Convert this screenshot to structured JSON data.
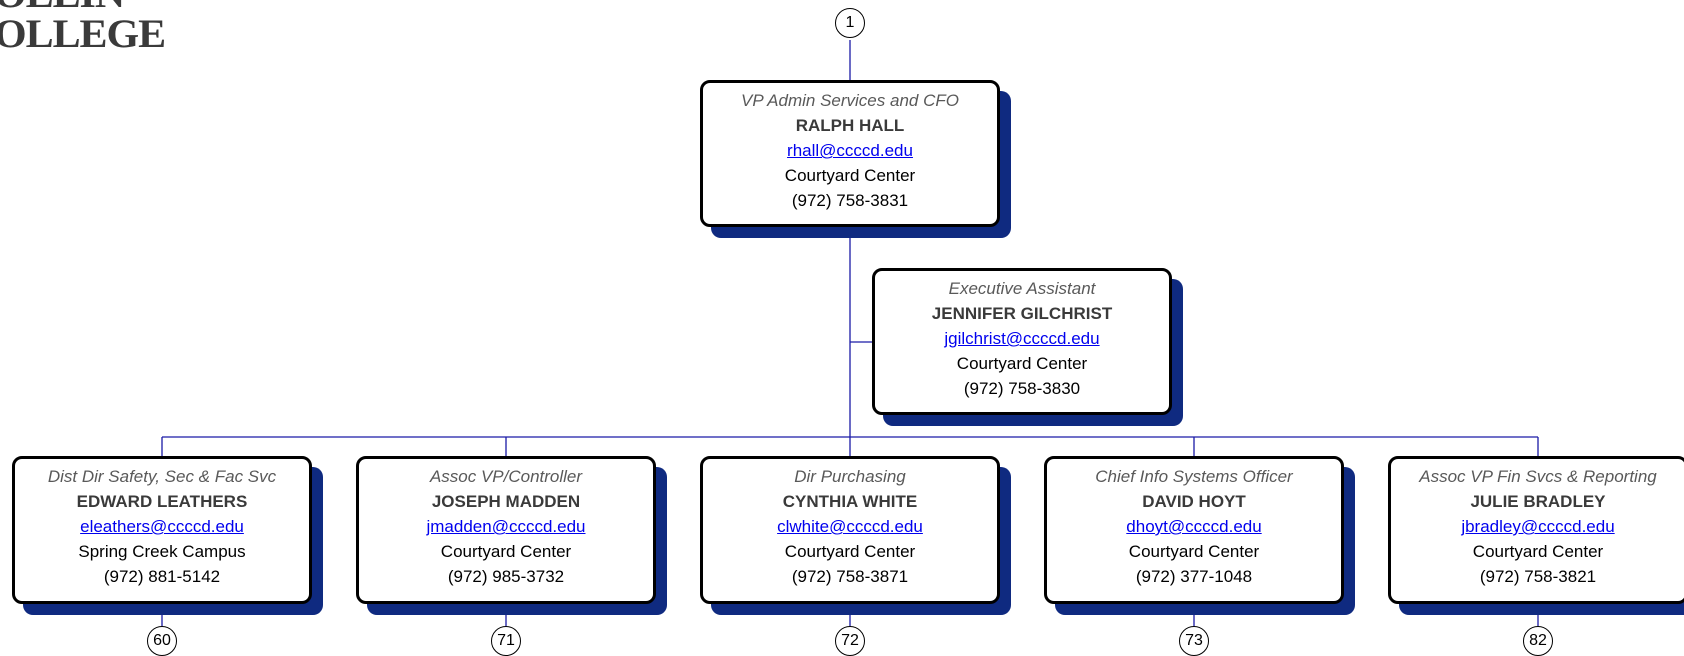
{
  "logo": {
    "line1": "OLLIN",
    "line2": "OLLEGE"
  },
  "colors": {
    "connector": "#1a1aa6",
    "shadow": "#0f2a80",
    "email": "#0000ee"
  },
  "top_badge": "1",
  "root": {
    "title": "VP Admin Services and CFO",
    "name": "RALPH HALL",
    "email": "rhall@ccccd.edu",
    "location": "Courtyard Center",
    "phone": "(972) 758-3831"
  },
  "assistant": {
    "title": "Executive Assistant",
    "name": "JENNIFER GILCHRIST",
    "email": "jgilchrist@ccccd.edu",
    "location": "Courtyard Center",
    "phone": "(972) 758-3830"
  },
  "reports": [
    {
      "title": "Dist Dir Safety, Sec & Fac Svc",
      "name": "EDWARD LEATHERS",
      "email": "eleathers@ccccd.edu",
      "location": "Spring Creek Campus",
      "phone": "(972) 881-5142",
      "badge": "60"
    },
    {
      "title": "Assoc VP/Controller",
      "name": "JOSEPH MADDEN",
      "email": "jmadden@ccccd.edu",
      "location": "Courtyard Center",
      "phone": "(972) 985-3732",
      "badge": "71"
    },
    {
      "title": "Dir Purchasing",
      "name": "CYNTHIA WHITE",
      "email": "clwhite@ccccd.edu",
      "location": "Courtyard Center",
      "phone": "(972) 758-3871",
      "badge": "72"
    },
    {
      "title": "Chief Info Systems Officer",
      "name": "DAVID HOYT",
      "email": "dhoyt@ccccd.edu",
      "location": "Courtyard Center",
      "phone": "(972) 377-1048",
      "badge": "73"
    },
    {
      "title": "Assoc VP Fin Svcs & Reporting",
      "name": "JULIE BRADLEY",
      "email": "jbradley@ccccd.edu",
      "location": "Courtyard Center",
      "phone": "(972) 758-3821",
      "badge": "82"
    }
  ]
}
